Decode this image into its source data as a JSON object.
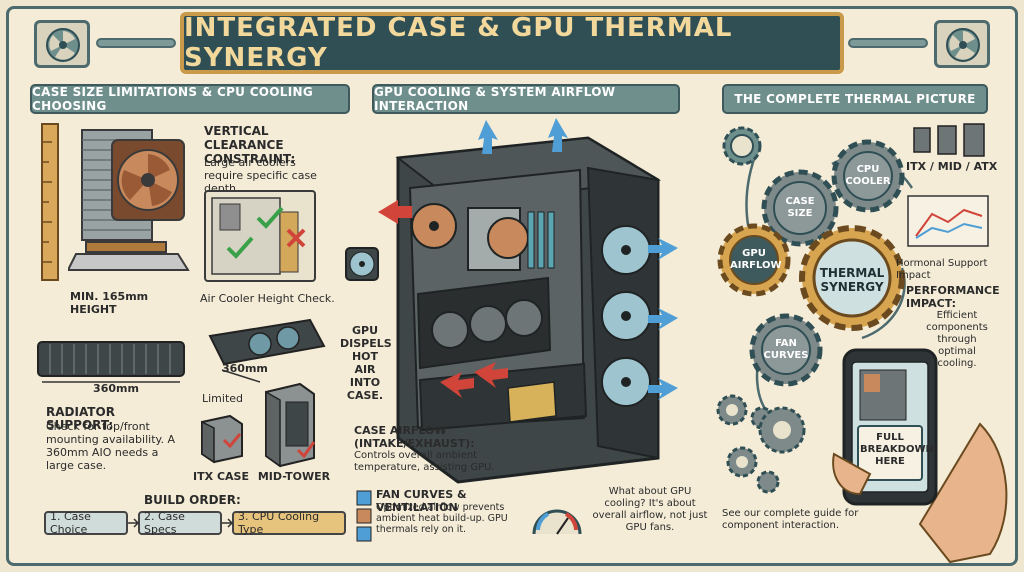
{
  "title": "INTEGRATED CASE & GPU THERMAL SYNERGY",
  "panels": {
    "left": "CASE SIZE LIMITATIONS & CPU COOLING CHOOSING",
    "middle": "GPU COOLING & SYSTEM AIRFLOW INTERACTION",
    "right": "THE COMPLETE THERMAL PICTURE"
  },
  "left": {
    "clearance_title": "VERTICAL CLEARANCE CONSTRAINT:",
    "clearance_text": "Large air coolers require specific case depth.",
    "min_height": "MIN. 165mm HEIGHT",
    "height_check": "Air Cooler Height Check.",
    "radiator_size_a": "360mm",
    "radiator_size_b": "360mm",
    "radiator_title": "RADIATOR SUPPORT:",
    "radiator_text": "Check for top/front mounting availability. A 360mm AIO needs a large case.",
    "limited": "Limited",
    "itx_case": "ITX CASE",
    "mid_tower": "MID-TOWER",
    "build_order_label": "BUILD ORDER:",
    "build_steps": [
      "1. Case Choice",
      "2. Case Specs",
      "3. CPU Cooling Type"
    ]
  },
  "middle": {
    "gpu_note": "GPU DISPELS HOT AIR INTO CASE.",
    "airflow_title": "CASE AIRFLOW (INTAKE/EXHAUST):",
    "airflow_text": "Controls overall ambient temperature, assisting GPU.",
    "fan_title": "FAN CURVES & VENTILATION",
    "fan_text": "Optimized airflow prevents ambient heat build-up. GPU thermals rely on it.",
    "question": "What about GPU cooling? It's about overall airflow, not just GPU fans."
  },
  "right": {
    "gears": {
      "case_size": "CASE SIZE",
      "cpu_cooler": "CPU COOLER",
      "gpu_airflow": "GPU AIRFLOW",
      "thermal_synergy": "THERMAL SYNERGY",
      "fan_curves": "FAN CURVES"
    },
    "sizes": "ITX / MID / ATX",
    "impact_a": "Hormonal Support Impact",
    "impact_title": "PERFORMANCE IMPACT:",
    "impact_text": "Efficient components through optimal cooling.",
    "phone_text": "FULL BREAKDOWN HERE",
    "guide_text": "See our complete guide for component interaction."
  }
}
